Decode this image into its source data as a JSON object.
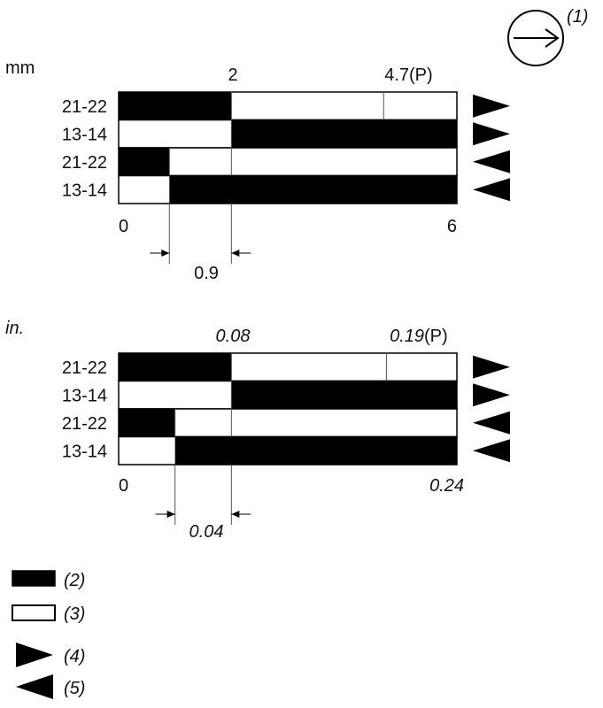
{
  "colors": {
    "closed": "#000000",
    "open": "#ffffff",
    "outline": "#000000",
    "line": "#555555"
  },
  "direction_symbol": {
    "icon": "right-arrow-in-circle-icon",
    "label": "(1)"
  },
  "mm": {
    "unit": "mm",
    "scale_min": 0,
    "scale_max": 6,
    "start_label": "0",
    "end_label": "6",
    "marks": [
      {
        "value": 2,
        "label": "2",
        "suffix": ""
      },
      {
        "value": 4.7,
        "label": "4.7",
        "suffix": "(P)"
      }
    ],
    "rows": [
      {
        "label": "21-22",
        "closed_from": 0,
        "closed_to": 2,
        "direction": "right"
      },
      {
        "label": "13-14",
        "closed_from": 2,
        "closed_to": 6,
        "direction": "right"
      },
      {
        "label": "21-22",
        "closed_from": 0,
        "closed_to": 0.9,
        "direction": "left"
      },
      {
        "label": "13-14",
        "closed_from": 0.9,
        "closed_to": 6,
        "direction": "left"
      }
    ],
    "dimension": {
      "from": 0.9,
      "to": 2,
      "label": "0.9"
    }
  },
  "in": {
    "unit": "in.",
    "scale_min": 0,
    "scale_max": 0.24,
    "start_label": "0",
    "end_label": "0.24",
    "marks": [
      {
        "value": 0.08,
        "label": "0.08",
        "suffix": ""
      },
      {
        "value": 0.19,
        "label": "0.19",
        "suffix": "(P)"
      }
    ],
    "rows": [
      {
        "label": "21-22",
        "closed_from": 0,
        "closed_to": 0.08,
        "direction": "right"
      },
      {
        "label": "13-14",
        "closed_from": 0.08,
        "closed_to": 0.24,
        "direction": "right"
      },
      {
        "label": "21-22",
        "closed_from": 0,
        "closed_to": 0.04,
        "direction": "left"
      },
      {
        "label": "13-14",
        "closed_from": 0.04,
        "closed_to": 0.24,
        "direction": "left"
      }
    ],
    "dimension": {
      "from": 0.04,
      "to": 0.08,
      "label": "0.04"
    }
  },
  "legend": [
    {
      "kind": "closed",
      "icon": "black-bar-icon",
      "label": "(2)"
    },
    {
      "kind": "open",
      "icon": "white-bar-icon",
      "label": "(3)"
    },
    {
      "kind": "right",
      "icon": "right-triangle-icon",
      "label": "(4)"
    },
    {
      "kind": "left",
      "icon": "left-triangle-icon",
      "label": "(5)"
    }
  ]
}
